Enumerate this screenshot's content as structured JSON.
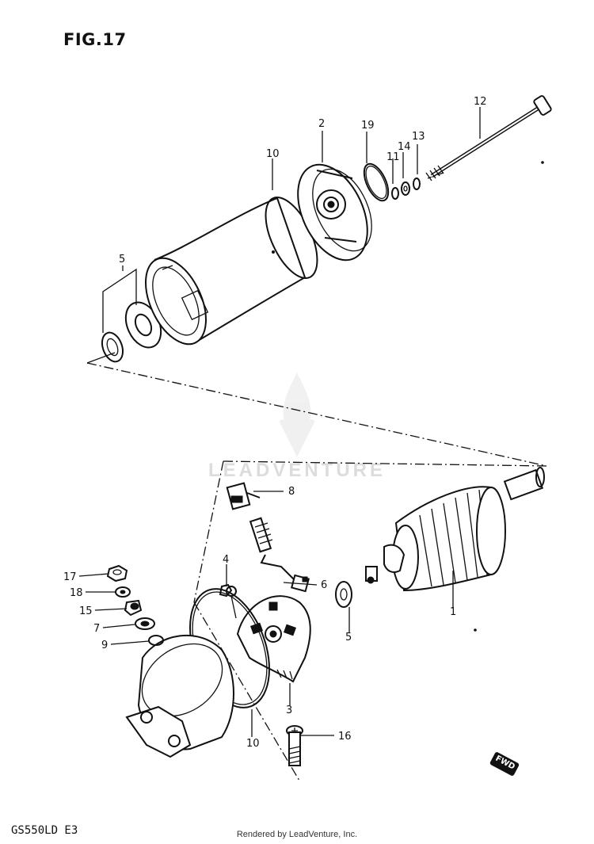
{
  "figure_label": "FIG.17",
  "model_code": "GS550LD E3",
  "credit": "Rendered by LeadVenture, Inc.",
  "watermark": "LEADVENTURE",
  "fwd_label": "FWD",
  "callouts": {
    "c1": "1",
    "c2": "2",
    "c3": "3",
    "c4": "4",
    "c5a": "5",
    "c5b": "5",
    "c6": "6",
    "c7": "7",
    "c8": "8",
    "c9": "9",
    "c10a": "10",
    "c10b": "10",
    "c11": "11",
    "c12": "12",
    "c13": "13",
    "c14": "14",
    "c15": "15",
    "c16": "16",
    "c17": "17",
    "c18": "18",
    "c19": "19"
  }
}
